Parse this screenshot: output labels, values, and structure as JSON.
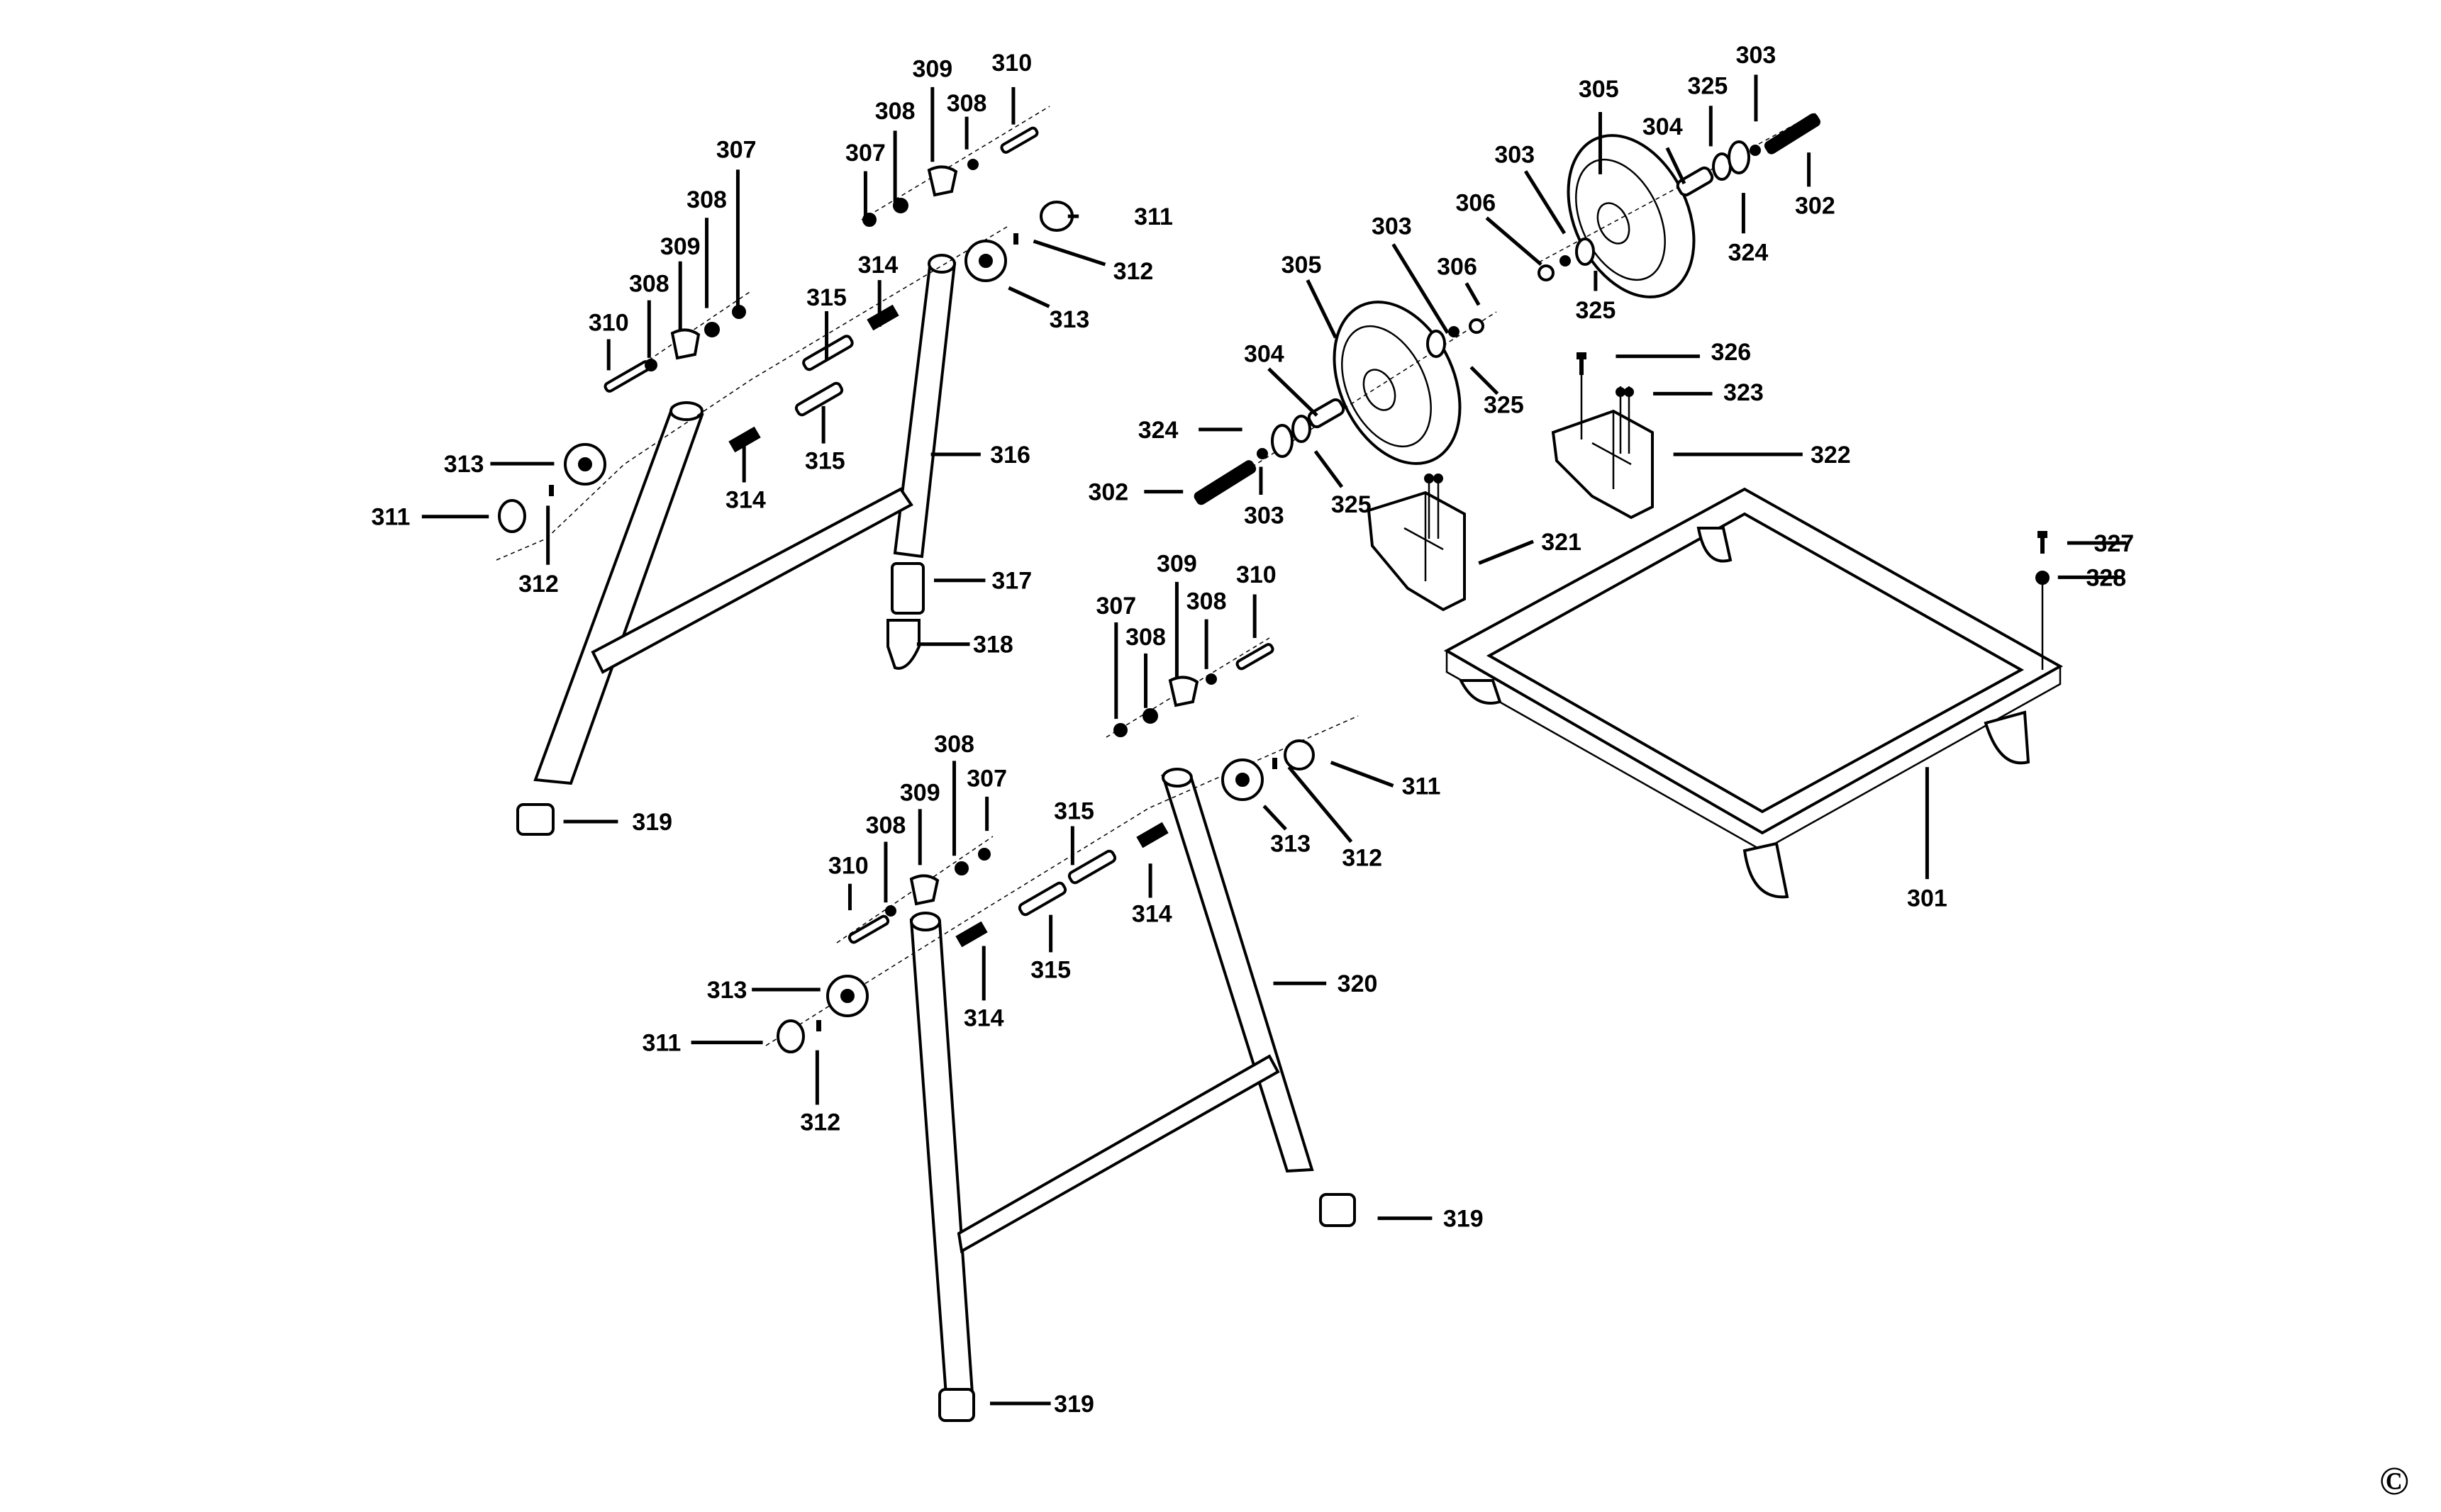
{
  "diagram": {
    "type": "exploded-parts-diagram",
    "subject": "Folding leg stand with wheels and frame",
    "copyright_symbol": "©",
    "callouts": [
      {
        "id": "c301",
        "label": "301"
      },
      {
        "id": "c302a",
        "label": "302"
      },
      {
        "id": "c302b",
        "label": "302"
      },
      {
        "id": "c303a",
        "label": "303"
      },
      {
        "id": "c303b",
        "label": "303"
      },
      {
        "id": "c303c",
        "label": "303"
      },
      {
        "id": "c303d",
        "label": "303"
      },
      {
        "id": "c304a",
        "label": "304"
      },
      {
        "id": "c304b",
        "label": "304"
      },
      {
        "id": "c305a",
        "label": "305"
      },
      {
        "id": "c305b",
        "label": "305"
      },
      {
        "id": "c306a",
        "label": "306"
      },
      {
        "id": "c306b",
        "label": "306"
      },
      {
        "id": "c307a",
        "label": "307"
      },
      {
        "id": "c307b",
        "label": "307"
      },
      {
        "id": "c307c",
        "label": "307"
      },
      {
        "id": "c307d",
        "label": "307"
      },
      {
        "id": "c308a",
        "label": "308"
      },
      {
        "id": "c308b",
        "label": "308"
      },
      {
        "id": "c308c",
        "label": "308"
      },
      {
        "id": "c308d",
        "label": "308"
      },
      {
        "id": "c308e",
        "label": "308"
      },
      {
        "id": "c308f",
        "label": "308"
      },
      {
        "id": "c308g",
        "label": "308"
      },
      {
        "id": "c308h",
        "label": "308"
      },
      {
        "id": "c309a",
        "label": "309"
      },
      {
        "id": "c309b",
        "label": "309"
      },
      {
        "id": "c309c",
        "label": "309"
      },
      {
        "id": "c309d",
        "label": "309"
      },
      {
        "id": "c310a",
        "label": "310"
      },
      {
        "id": "c310b",
        "label": "310"
      },
      {
        "id": "c310c",
        "label": "310"
      },
      {
        "id": "c310d",
        "label": "310"
      },
      {
        "id": "c311a",
        "label": "311"
      },
      {
        "id": "c311b",
        "label": "311"
      },
      {
        "id": "c311c",
        "label": "311"
      },
      {
        "id": "c311d",
        "label": "311"
      },
      {
        "id": "c312a",
        "label": "312"
      },
      {
        "id": "c312b",
        "label": "312"
      },
      {
        "id": "c312c",
        "label": "312"
      },
      {
        "id": "c312d",
        "label": "312"
      },
      {
        "id": "c313a",
        "label": "313"
      },
      {
        "id": "c313b",
        "label": "313"
      },
      {
        "id": "c313c",
        "label": "313"
      },
      {
        "id": "c313d",
        "label": "313"
      },
      {
        "id": "c314a",
        "label": "314"
      },
      {
        "id": "c314b",
        "label": "314"
      },
      {
        "id": "c314c",
        "label": "314"
      },
      {
        "id": "c314d",
        "label": "314"
      },
      {
        "id": "c315a",
        "label": "315"
      },
      {
        "id": "c315b",
        "label": "315"
      },
      {
        "id": "c315c",
        "label": "315"
      },
      {
        "id": "c315d",
        "label": "315"
      },
      {
        "id": "c316",
        "label": "316"
      },
      {
        "id": "c317",
        "label": "317"
      },
      {
        "id": "c318",
        "label": "318"
      },
      {
        "id": "c319a",
        "label": "319"
      },
      {
        "id": "c319b",
        "label": "319"
      },
      {
        "id": "c319c",
        "label": "319"
      },
      {
        "id": "c320",
        "label": "320"
      },
      {
        "id": "c321",
        "label": "321"
      },
      {
        "id": "c322",
        "label": "322"
      },
      {
        "id": "c323",
        "label": "323"
      },
      {
        "id": "c324a",
        "label": "324"
      },
      {
        "id": "c324b",
        "label": "324"
      },
      {
        "id": "c325a",
        "label": "325"
      },
      {
        "id": "c325b",
        "label": "325"
      },
      {
        "id": "c325c",
        "label": "325"
      },
      {
        "id": "c325d",
        "label": "325"
      },
      {
        "id": "c326",
        "label": "326"
      },
      {
        "id": "c327",
        "label": "327"
      },
      {
        "id": "c328",
        "label": "328"
      }
    ]
  }
}
